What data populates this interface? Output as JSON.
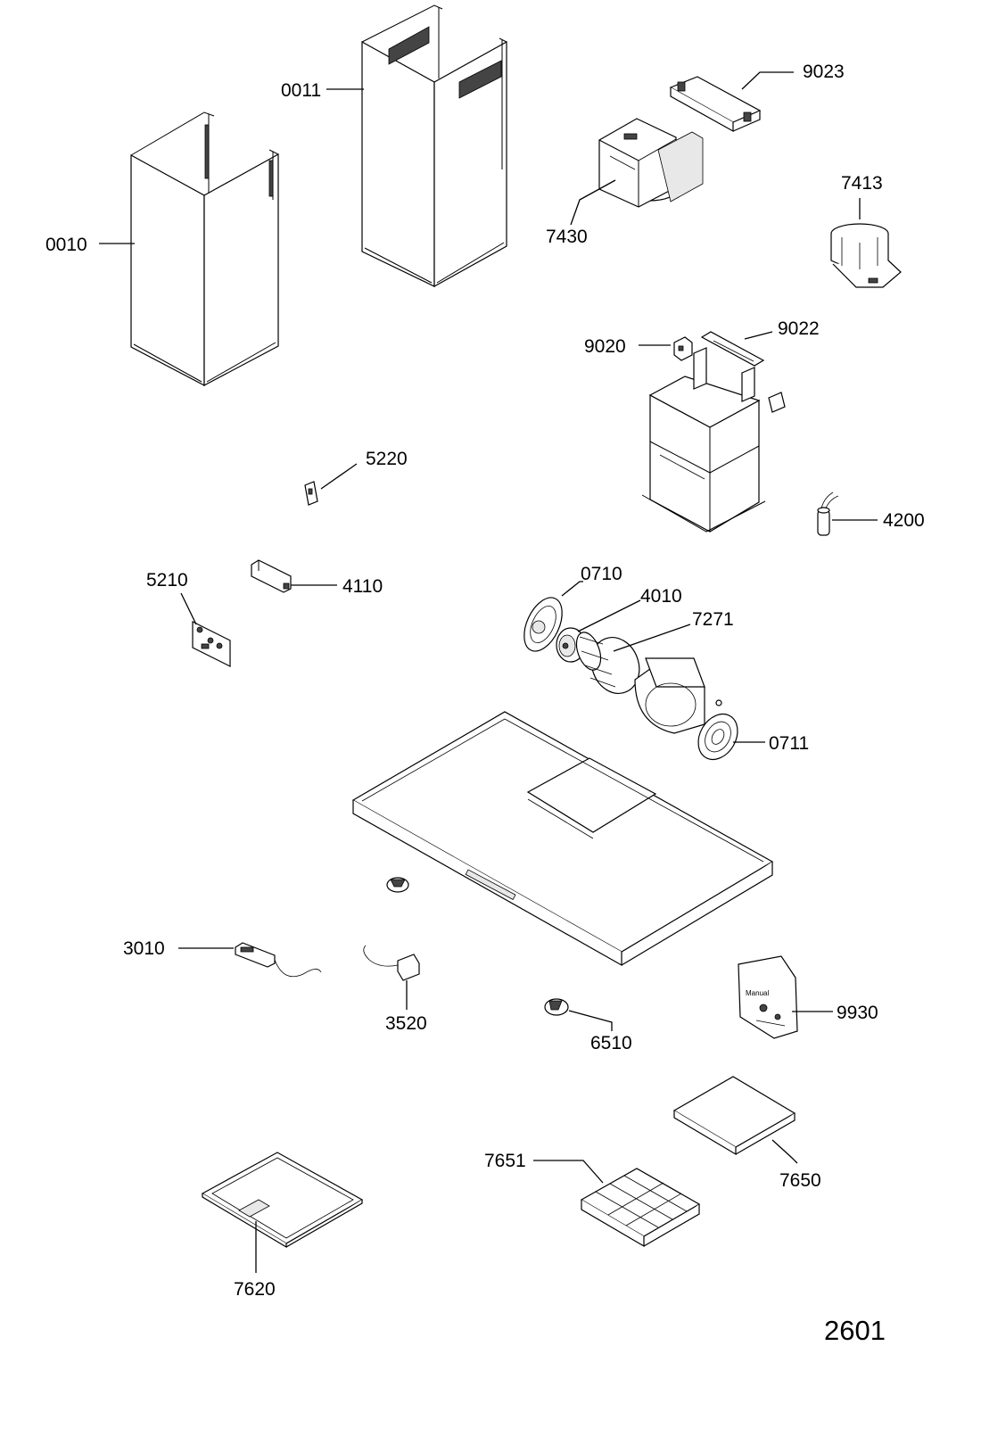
{
  "sheet_number": "2601",
  "parts": [
    {
      "id": "p0010",
      "label": "0010"
    },
    {
      "id": "p0011",
      "label": "0011"
    },
    {
      "id": "p9023",
      "label": "9023"
    },
    {
      "id": "p7430",
      "label": "7430"
    },
    {
      "id": "p7413",
      "label": "7413"
    },
    {
      "id": "p9020",
      "label": "9020"
    },
    {
      "id": "p9022",
      "label": "9022"
    },
    {
      "id": "p5220",
      "label": "5220"
    },
    {
      "id": "p4200",
      "label": "4200"
    },
    {
      "id": "p5210",
      "label": "5210"
    },
    {
      "id": "p4110",
      "label": "4110"
    },
    {
      "id": "p0710",
      "label": "0710"
    },
    {
      "id": "p4010",
      "label": "4010"
    },
    {
      "id": "p7271",
      "label": "7271"
    },
    {
      "id": "p0711",
      "label": "0711"
    },
    {
      "id": "p3010",
      "label": "3010"
    },
    {
      "id": "p3520",
      "label": "3520"
    },
    {
      "id": "p6510",
      "label": "6510"
    },
    {
      "id": "p9930",
      "label": "9930"
    },
    {
      "id": "p7651",
      "label": "7651"
    },
    {
      "id": "p7650",
      "label": "7650"
    },
    {
      "id": "p7620",
      "label": "7620"
    }
  ]
}
